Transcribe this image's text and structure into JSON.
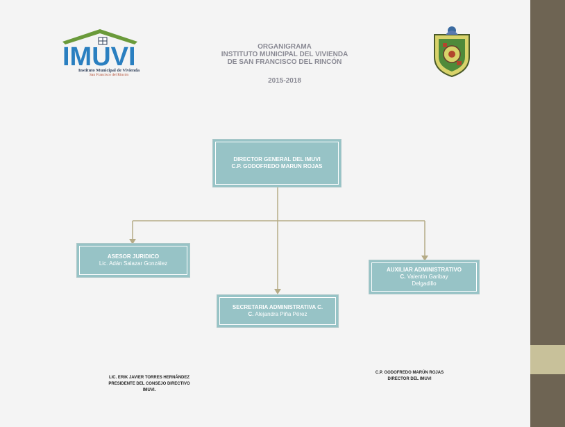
{
  "header": {
    "line1": "ORGANIGRAMA",
    "line2": "INSTITUTO MUNICIPAL DEL VIVIENDA",
    "line3": "DE SAN FRANCISCO DEL RINCÓN",
    "years": "2015-2018"
  },
  "logo": {
    "text": "IMUVI",
    "subtitle1": "Instituto Municipal de Vivienda",
    "subtitle2": "San Francisco del Rincón"
  },
  "org": {
    "director": {
      "title": "DIRECTOR GENERAL DEL IMUVI",
      "name": "C.P. GODOFREDO MARUN ROJAS"
    },
    "asesor": {
      "title": "ASESOR JURIDICO",
      "name": "Lic. Adán Salazar González"
    },
    "secretaria": {
      "title": "SECRETARIA ADMINISTRATIVA C.",
      "prefix": "C.",
      "name": "Alejandra Piña Pérez"
    },
    "auxiliar": {
      "title": "AUXILIAR ADMINISTRATIVO",
      "prefix": "C.",
      "name_line1": "Valentín Garibay",
      "name_line2": "Delgadillo"
    }
  },
  "signatures": {
    "left": {
      "line1": "LIC. ERIK JAVIER TORRES HERNÁNDEZ",
      "line2": "PRESIDENTE DEL CONSEJO DIRECTIVO",
      "line3": "IMUVI."
    },
    "right": {
      "line1": "C.P. GODOFREDO MARÚN ROJAS",
      "line2": "DIRECTOR DEL IMUVI"
    }
  },
  "colors": {
    "box_fill": "#97c3c6",
    "connector": "#b5ab86",
    "header_text": "#8a8a94",
    "sidebar_dark": "#6e6453",
    "sidebar_light": "#c8c19a"
  }
}
